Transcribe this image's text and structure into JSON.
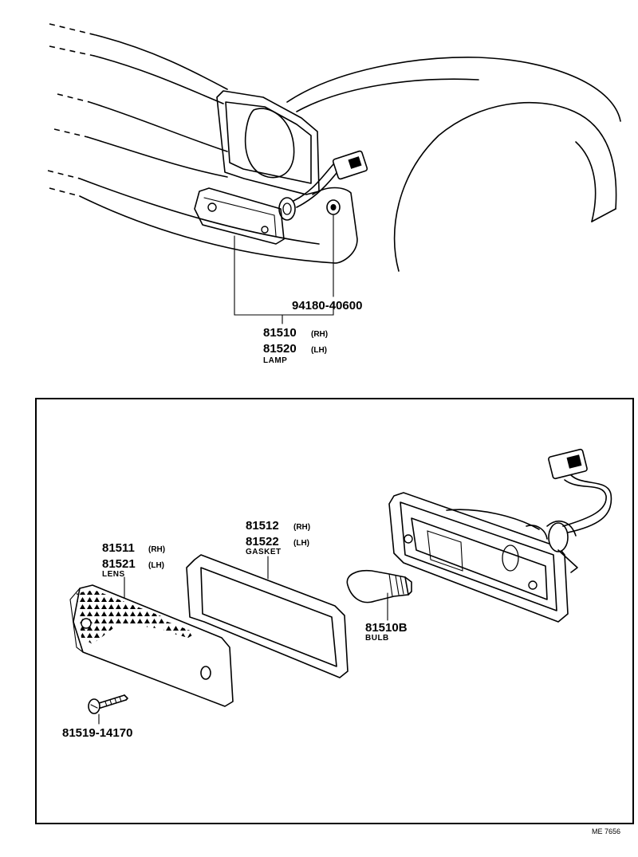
{
  "diagram": {
    "drawing_code": "ME 7656",
    "assembly": {
      "fastener_part": "94180-40600",
      "lamp_rh_part": "81510",
      "lamp_rh_side": "(RH)",
      "lamp_lh_part": "81520",
      "lamp_lh_side": "(LH)",
      "lamp_name": "LAMP"
    },
    "detail": {
      "lens_rh_part": "81511",
      "lens_rh_side": "(RH)",
      "lens_lh_part": "81521",
      "lens_lh_side": "(LH)",
      "lens_name": "LENS",
      "gasket_rh_part": "81512",
      "gasket_rh_side": "(RH)",
      "gasket_lh_part": "81522",
      "gasket_lh_side": "(LH)",
      "gasket_name": "GASKET",
      "bulb_part": "81510B",
      "bulb_name": "BULB",
      "screw_part": "81519-14170"
    }
  }
}
